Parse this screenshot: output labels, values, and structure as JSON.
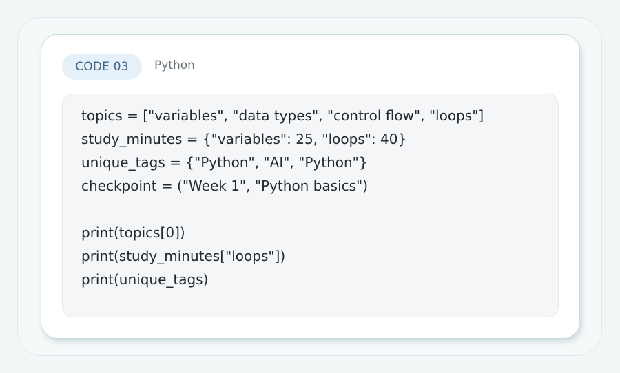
{
  "header": {
    "badge_label": "CODE 03",
    "language": "Python"
  },
  "code": {
    "lines": [
      "topics = [\"variables\", \"data types\", \"control flow\", \"loops\"]",
      "study_minutes = {\"variables\": 25, \"loops\": 40}",
      "unique_tags = {\"Python\", \"AI\", \"Python\"}",
      "checkpoint = (\"Week 1\", \"Python basics\")",
      "",
      "print(topics[0])",
      "print(study_minutes[\"loops\"])",
      "print(unique_tags)"
    ]
  },
  "colors": {
    "badge_background": "#e5f0f9",
    "badge_text": "#3e6787",
    "code_background": "#f4f6f8",
    "code_text": "#232a31"
  }
}
